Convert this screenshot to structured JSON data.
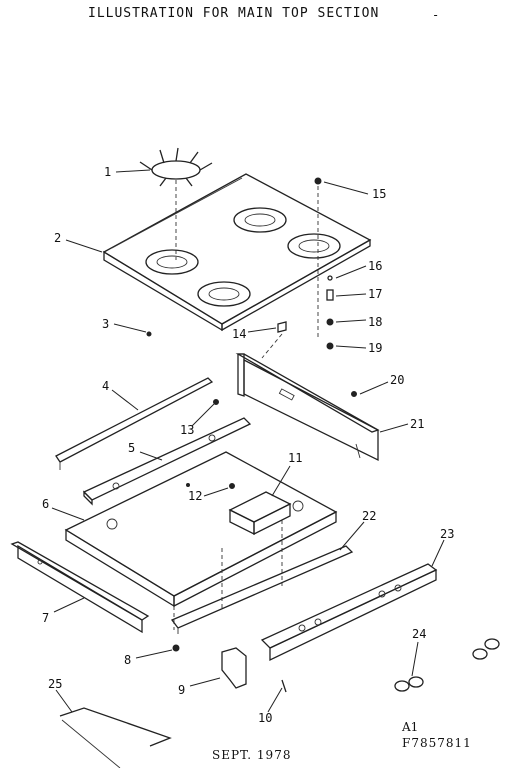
{
  "title": "ILLUSTRATION FOR MAIN TOP SECTION",
  "title_mark": "-",
  "footer": {
    "date": "SEPT. 1978",
    "code_line1": "A1",
    "code_line2": "F7857811"
  },
  "callouts": [
    "1",
    "2",
    "3",
    "4",
    "5",
    "6",
    "7",
    "8",
    "9",
    "10",
    "11",
    "12",
    "13",
    "14",
    "15",
    "16",
    "17",
    "18",
    "19",
    "20",
    "21",
    "22",
    "23",
    "24",
    "25"
  ]
}
